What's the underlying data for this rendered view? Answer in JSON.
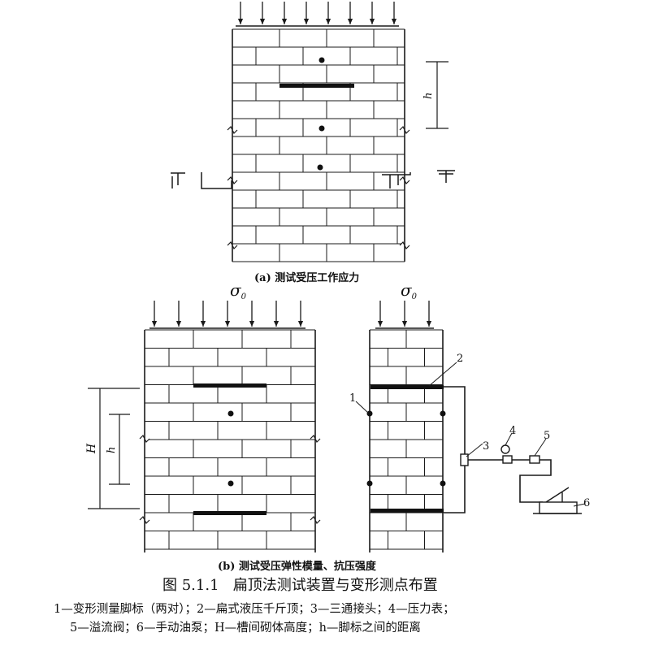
{
  "figure": {
    "number": "图 5.1.1",
    "title": "扁顶法测试装置与变形测点布置",
    "legend_line_1": "1—变形测量脚标（两对）；2—扁式液压千斤顶；3—三通接头；4—压力表；",
    "legend_line_2": "5—溢流阀；6—手动油泵；H—槽间砌体高度；h—脚标之间的距离"
  },
  "panel_a": {
    "caption": "(a) 测试受压工作应力",
    "dimension_label": "h"
  },
  "panel_b": {
    "caption": "(b) 测试受压弹性模量、抗压强度",
    "stress_symbol": "σ",
    "stress_subscript": "0",
    "dimension_outer": "H",
    "dimension_inner": "h"
  },
  "apparatus_labels": [
    "1",
    "2",
    "3",
    "4",
    "5",
    "6"
  ],
  "colors": {
    "line": "#1a1a1a",
    "background": "#ffffff"
  }
}
